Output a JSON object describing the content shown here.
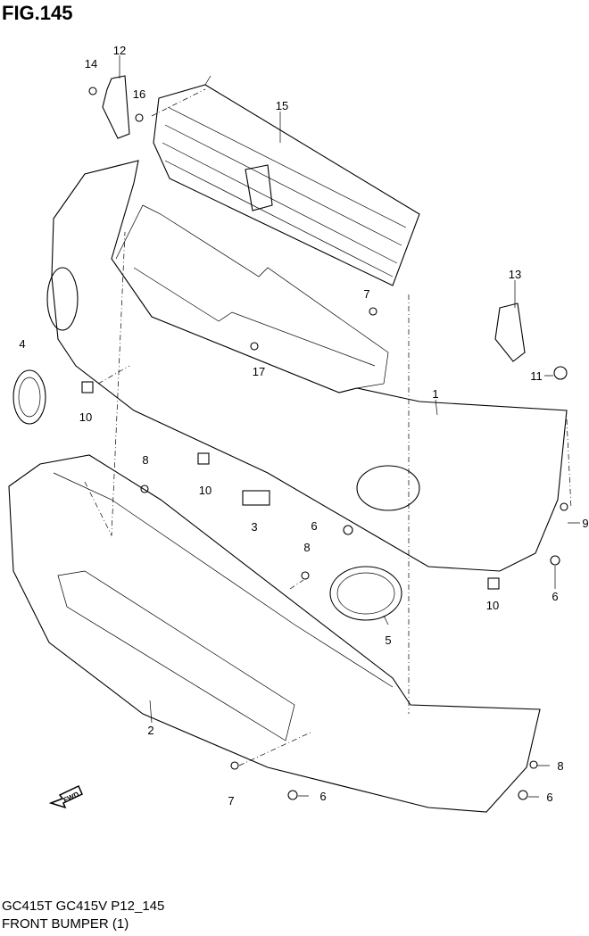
{
  "figure_title": "FIG.145",
  "footer": {
    "model_code": "GC415T GC415V P12_145",
    "section_title": "FRONT BUMPER (1)"
  },
  "fwd_arrow_label": "FWD",
  "callouts": [
    "12",
    "14",
    "16",
    "15",
    "13",
    "7",
    "4",
    "17",
    "11",
    "1",
    "10",
    "8",
    "10",
    "3",
    "6",
    "9",
    "8",
    "10",
    "6",
    "5",
    "2",
    "8",
    "7",
    "6",
    "6"
  ]
}
